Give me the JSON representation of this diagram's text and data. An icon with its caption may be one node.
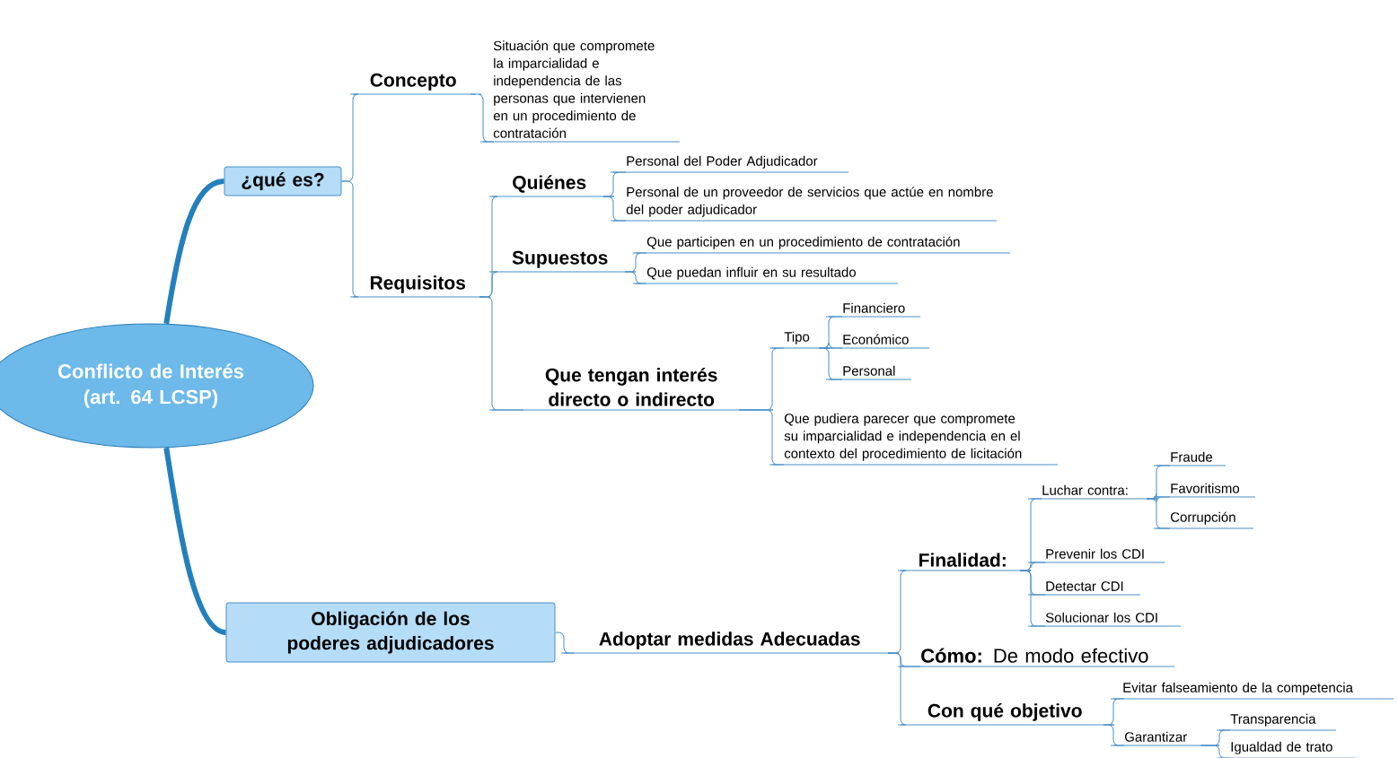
{
  "diagram": {
    "nodes": [
      {
        "text": [
          "Conflicto de Interés (art. 64 LCSP)"
        ]
      },
      {
        "text": [
          "¿qué es?"
        ]
      },
      {
        "text": [
          "Concepto"
        ]
      },
      {
        "text": [
          "Situación que compromete la imparcialidad e independencia de las personas que intervienen en un procedimiento de contratación"
        ]
      },
      {
        "text": [
          "Requisitos"
        ]
      },
      {
        "text": [
          "Quiénes"
        ]
      },
      {
        "text": [
          "Personal del Poder Adjudicador"
        ]
      },
      {
        "text": [
          "Personal de un proveedor de servicios que actúe en nombre del poder adjudicador"
        ]
      },
      {
        "text": [
          "Supuestos"
        ]
      },
      {
        "text": [
          "Que participen en un procedimiento de contratación"
        ]
      },
      {
        "text": [
          "Que puedan influir en su resultado"
        ]
      },
      {
        "text": [
          "Que tengan interés directo o indirecto"
        ]
      },
      {
        "text": [
          "Tipo"
        ]
      },
      {
        "text": [
          "Financiero"
        ]
      },
      {
        "text": [
          "Económico"
        ]
      },
      {
        "text": [
          "Personal"
        ]
      },
      {
        "text": [
          "Que pudiera parecer que compromete su imparcialidad e independencia en el contexto del procedimiento de licitación"
        ]
      },
      {
        "text": [
          "Obligación de los poderes adjudicadores"
        ]
      },
      {
        "text": [
          "Adoptar medidas Adecuadas"
        ]
      },
      {
        "text": [
          "Finalidad:"
        ]
      },
      {
        "text": [
          "Luchar contra:"
        ]
      },
      {
        "text": [
          "Fraude"
        ]
      },
      {
        "text": [
          "Favoritismo"
        ]
      },
      {
        "text": [
          "Corrupción"
        ]
      },
      {
        "text": [
          "Prevenir los CDI"
        ]
      },
      {
        "text": [
          "Detectar CDI"
        ]
      },
      {
        "text": [
          "Solucionar los CDI"
        ]
      },
      {
        "text": [
          "**Cómo:** De modo efectivo"
        ]
      },
      {
        "text": [
          "Con qué objetivo"
        ]
      },
      {
        "text": [
          "Evitar falseamiento de la competencia"
        ]
      },
      {
        "text": [
          "Garantizar"
        ]
      },
      {
        "text": [
          "Transparencia"
        ]
      },
      {
        "text": [
          "Igualdad de trato"
        ]
      }
    ],
    "edges": [
      {
        "from": 0,
        "to": 1,
        "arrow": "none",
        "style": "thick",
        "color": "#2480bd"
      },
      {
        "from": 0,
        "to": 17,
        "arrow": "none",
        "style": "thick",
        "color": "#2480bd"
      },
      {
        "from": 1,
        "to": 2,
        "arrow": "none"
      },
      {
        "from": 1,
        "to": 4,
        "arrow": "none"
      },
      {
        "from": 2,
        "to": 3,
        "arrow": "none"
      },
      {
        "from": 4,
        "to": 5,
        "arrow": "none"
      },
      {
        "from": 4,
        "to": 8,
        "arrow": "none"
      },
      {
        "from": 4,
        "to": 11,
        "arrow": "none"
      },
      {
        "from": 5,
        "to": 6,
        "arrow": "none"
      },
      {
        "from": 5,
        "to": 7,
        "arrow": "none"
      },
      {
        "from": 8,
        "to": 9,
        "arrow": "none"
      },
      {
        "from": 8,
        "to": 10,
        "arrow": "none"
      },
      {
        "from": 11,
        "to": 12,
        "arrow": "none"
      },
      {
        "from": 11,
        "to": 16,
        "arrow": "none"
      },
      {
        "from": 12,
        "to": 13,
        "arrow": "none"
      },
      {
        "from": 12,
        "to": 14,
        "arrow": "none"
      },
      {
        "from": 12,
        "to": 15,
        "arrow": "none"
      },
      {
        "from": 17,
        "to": 18,
        "arrow": "none"
      },
      {
        "from": 18,
        "to": 19,
        "arrow": "none"
      },
      {
        "from": 18,
        "to": 27,
        "arrow": "none"
      },
      {
        "from": 18,
        "to": 28,
        "arrow": "none"
      },
      {
        "from": 19,
        "to": 20,
        "arrow": "none"
      },
      {
        "from": 19,
        "to": 24,
        "arrow": "none"
      },
      {
        "from": 19,
        "to": 25,
        "arrow": "none"
      },
      {
        "from": 19,
        "to": 26,
        "arrow": "none"
      },
      {
        "from": 20,
        "to": 21,
        "arrow": "none"
      },
      {
        "from": 20,
        "to": 22,
        "arrow": "none"
      },
      {
        "from": 20,
        "to": 23,
        "arrow": "none"
      },
      {
        "from": 28,
        "to": 29,
        "arrow": "none"
      },
      {
        "from": 28,
        "to": 30,
        "arrow": "none"
      },
      {
        "from": 30,
        "to": 31,
        "arrow": "none"
      },
      {
        "from": 30,
        "to": 32,
        "arrow": "none"
      }
    ]
  }
}
